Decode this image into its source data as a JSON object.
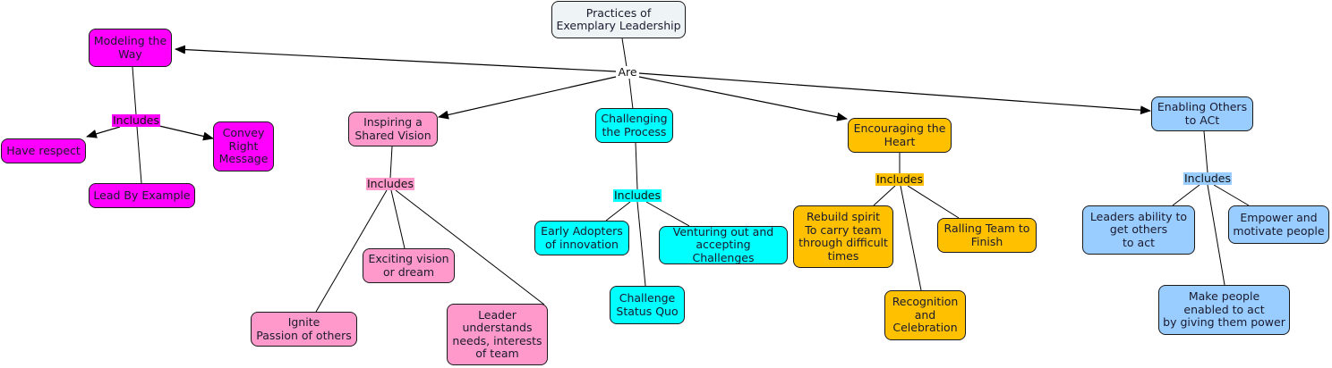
{
  "map": {
    "root": {
      "label": "Practices of\nExemplary Leadership"
    },
    "root_link": "Are",
    "branches": [
      {
        "id": "modeling",
        "label": "Modeling the\nWay",
        "color": "#ff00ff",
        "link": "Includes",
        "children": [
          "Have respect",
          "Convey\nRight\nMessage",
          "Lead By Example"
        ]
      },
      {
        "id": "inspiring",
        "label": "Inspiring a\nShared Vision",
        "color": "#ff99cc",
        "link": "Includes",
        "children": [
          "Exciting vision\nor dream",
          "Ignite\nPassion of others",
          "Leader\nunderstands\nneeds, interests\nof team"
        ]
      },
      {
        "id": "challenging",
        "label": "Challenging\nthe Process",
        "color": "#00ffff",
        "link": "Includes",
        "children": [
          "Early Adopters\nof innovation",
          "Venturing out and\naccepting Challenges",
          "Challenge\nStatus Quo"
        ]
      },
      {
        "id": "encouraging",
        "label": "Encouraging the\nHeart",
        "color": "#ffc000",
        "link": "Includes",
        "children": [
          "Rebuild spirit\nTo carry team\nthrough difficult\ntimes",
          "Ralling Team to\nFinish",
          "Recognition\nand\nCelebration"
        ]
      },
      {
        "id": "enabling",
        "label": "Enabling Others\nto ACt",
        "color": "#99ccff",
        "link": "Includes",
        "children": [
          "Leaders ability to\nget others\nto act",
          "Empower and\nmotivate people",
          "Make people\nenabled to act\nby giving them power"
        ]
      }
    ]
  }
}
